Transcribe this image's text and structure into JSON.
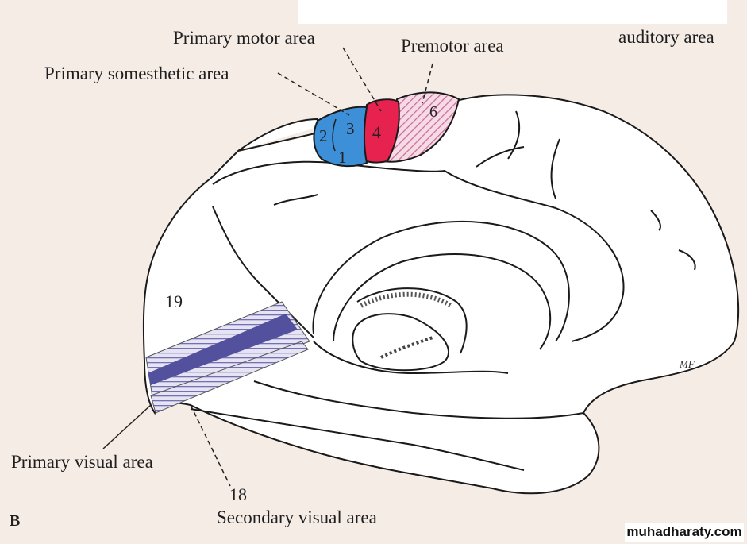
{
  "labels": {
    "primary_motor_area": "Primary motor area",
    "premotor_area": "Premotor area",
    "auditory_area": "auditory area",
    "primary_somesthetic_area": "Primary somesthetic area",
    "primary_visual_area": "Primary visual area",
    "secondary_visual_area": "Secondary visual area",
    "figure_letter": "B",
    "artist_initials": "MF"
  },
  "areas": {
    "a2": "2",
    "a3": "3",
    "a1": "1",
    "a4": "4",
    "a6": "6",
    "a19": "19",
    "a18": "18"
  },
  "colors": {
    "somesthetic_blue": "#3d8fd8",
    "motor_red": "#e8224f",
    "premotor_pink": "#e9a7c2",
    "visual_purple": "#53509e",
    "visual_stripe": "#9b98c9",
    "background": "#f6ece6"
  },
  "watermark": "muhadharaty.com"
}
